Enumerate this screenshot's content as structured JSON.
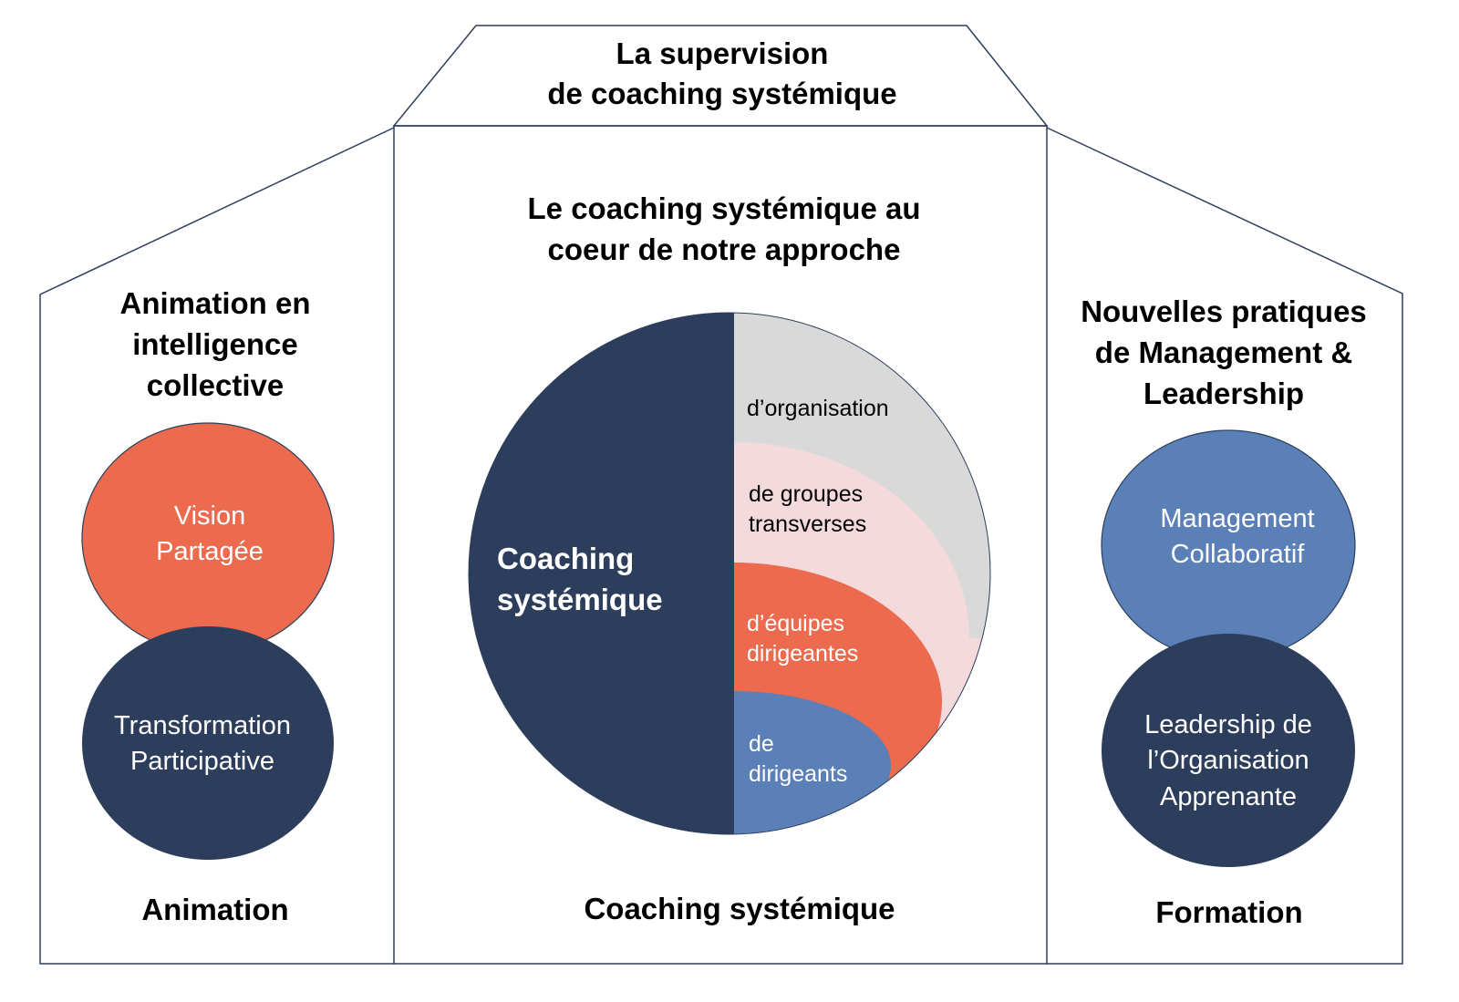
{
  "top": {
    "line1": "La supervision",
    "line2": "de coaching systémique"
  },
  "left": {
    "title": [
      "Animation en",
      "intelligence",
      "collective"
    ],
    "circle_top": [
      "Vision",
      "Partagée"
    ],
    "circle_bottom": [
      "Transformation",
      "Participative"
    ],
    "footer": "Animation"
  },
  "center": {
    "title": [
      "Le coaching systémique au",
      "coeur de notre approche"
    ],
    "core": [
      "Coaching",
      "systémique"
    ],
    "layers": {
      "organisation": [
        "d’organisation"
      ],
      "groupes": [
        "de groupes",
        "transverses"
      ],
      "equipes": [
        "d’équipes",
        "dirigeantes"
      ],
      "dirigeants": [
        "de",
        "dirigeants"
      ]
    },
    "footer": "Coaching systémique"
  },
  "right": {
    "title": [
      "Nouvelles pratiques",
      "de Management &",
      "Leadership"
    ],
    "circle_top": [
      "Management",
      "Collaboratif"
    ],
    "circle_bottom": [
      "Leadership de",
      "l’Organisation",
      "Apprenante"
    ],
    "footer": "Formation"
  },
  "colors": {
    "navy": "#2c3e5c",
    "orange": "#ec6a4e",
    "blue": "#5b80b8",
    "gray": "#d9d9d9",
    "pink": "#f4dadc"
  }
}
